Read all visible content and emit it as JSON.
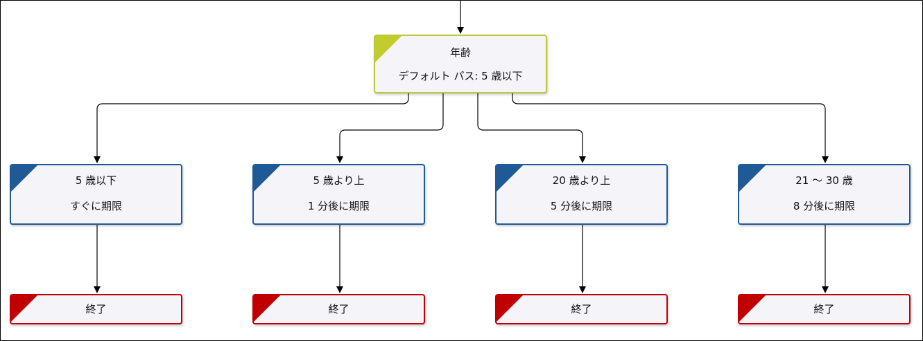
{
  "colors": {
    "decision_border": "#b9c93a",
    "decision_corner": "#c2cc2b",
    "option_border": "#1f5a96",
    "option_corner": "#1f5a96",
    "end_border": "#c00000",
    "end_corner": "#c00000",
    "node_fill": "#f4f4f9",
    "connector": "#000000"
  },
  "decision": {
    "title": "年齢",
    "default_path": "デフォルト パス: 5 歳以下"
  },
  "options": [
    {
      "condition": "5 歳以下",
      "action": "すぐに期限"
    },
    {
      "condition": "5 歳より上",
      "action": "1 分後に期限"
    },
    {
      "condition": "20 歳より上",
      "action": "5 分後に期限"
    },
    {
      "condition": "21 ～ 30 歳",
      "action": "8 分後に期限"
    }
  ],
  "ends": [
    {
      "label": "終了"
    },
    {
      "label": "終了"
    },
    {
      "label": "終了"
    },
    {
      "label": "終了"
    }
  ]
}
